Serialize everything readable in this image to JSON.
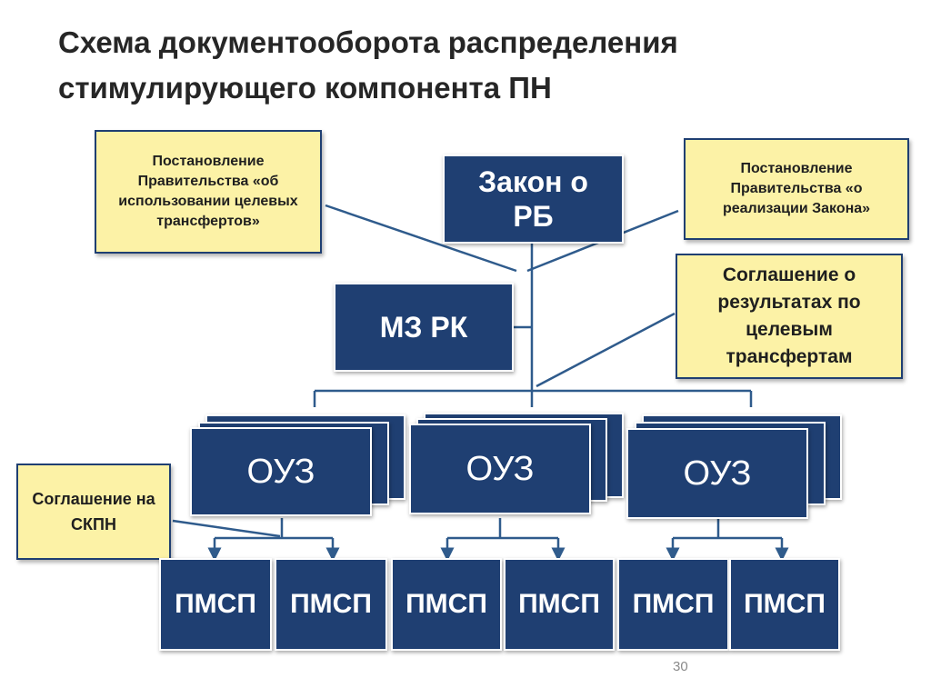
{
  "title": "Схема документооборота распределения стимулирующего компонента ПН",
  "nodes": {
    "law": "Закон о РБ",
    "ministry": "МЗ РК",
    "ouz_label": "ОУЗ",
    "pmsp_label": "ПМСП"
  },
  "notes": {
    "gov_decree_transfers": "Постановление Правительства «об использовании целевых трансфертов»",
    "gov_decree_law": "Постановление Правительства «о реализации Закона»",
    "agreement_results": "Соглашение о результатах по целевым трансфертам",
    "agreement_skpn": "Соглашение на СКПН"
  },
  "colors": {
    "box_fill": "#1f3f72",
    "note_fill": "#fcf2a6",
    "line": "#2f5b8c"
  },
  "page_number": "30"
}
